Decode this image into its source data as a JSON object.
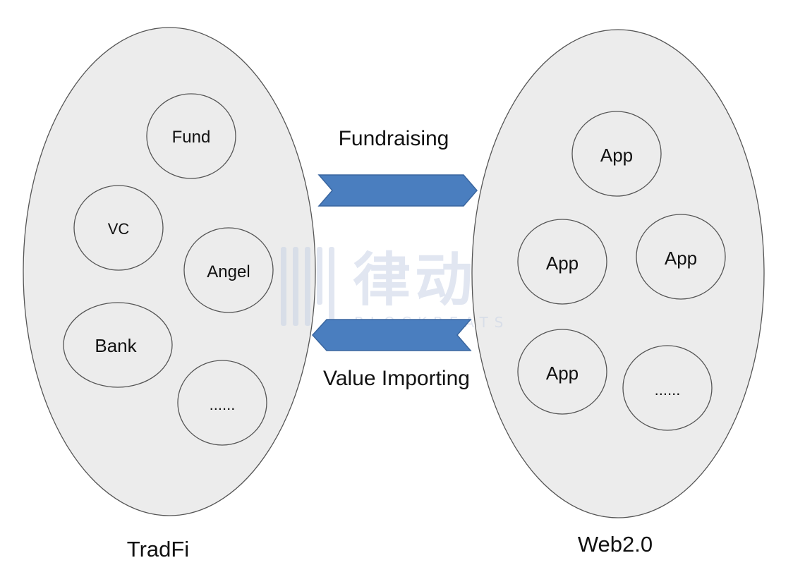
{
  "groups": {
    "left": {
      "label": "TradFi",
      "nodes": [
        "Fund",
        "VC",
        "Angel",
        "Bank",
        "......"
      ]
    },
    "right": {
      "label": "Web2.0",
      "nodes": [
        "App",
        "App",
        "App",
        "App",
        "......"
      ]
    }
  },
  "flows": {
    "top": {
      "label": "Fundraising",
      "direction": "left-to-right"
    },
    "bottom": {
      "label": "Value Importing",
      "direction": "right-to-left"
    }
  },
  "watermark": {
    "text": "律动",
    "subtext": "BLOCKBEATS"
  },
  "colors": {
    "ellipse_fill": "#ececec",
    "stroke": "#555555",
    "arrow_fill": "#4a7ebf",
    "arrow_stroke": "#3a669f",
    "watermark": "#c9d3e6"
  }
}
